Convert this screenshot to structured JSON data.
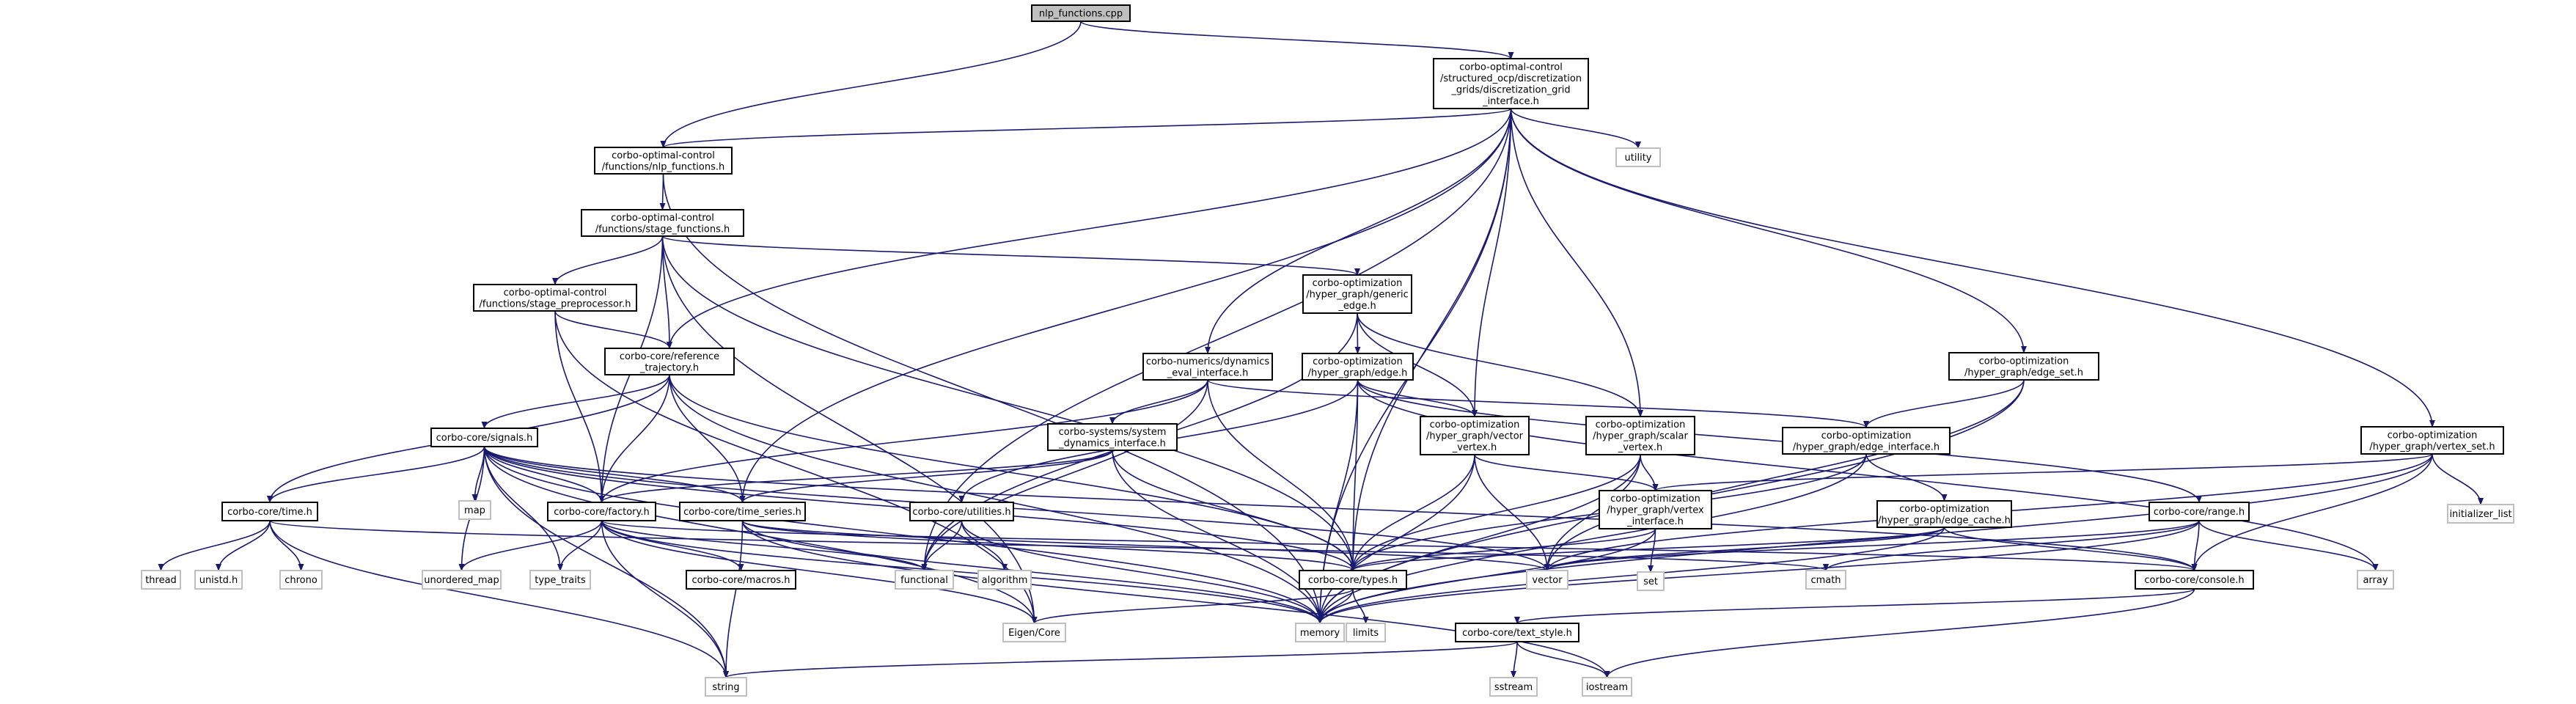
{
  "diagram": {
    "nodes": [
      {
        "id": "root",
        "kind": "main",
        "label": [
          "nlp_functions.cpp"
        ]
      },
      {
        "id": "dgi",
        "kind": "header",
        "label": [
          "corbo-optimal-control",
          "/structured_ocp/discretization",
          "_grids/discretization_grid",
          "_interface.h"
        ]
      },
      {
        "id": "nlpf",
        "kind": "header",
        "label": [
          "corbo-optimal-control",
          "/functions/nlp_functions.h"
        ]
      },
      {
        "id": "utility",
        "kind": "sys",
        "label": [
          "utility"
        ]
      },
      {
        "id": "stagef",
        "kind": "header",
        "label": [
          "corbo-optimal-control",
          "/functions/stage_functions.h"
        ]
      },
      {
        "id": "genedge",
        "kind": "header",
        "label": [
          "corbo-optimization",
          "/hyper_graph/generic",
          "_edge.h"
        ]
      },
      {
        "id": "stagepre",
        "kind": "header",
        "label": [
          "corbo-optimal-control",
          "/functions/stage_preprocessor.h"
        ]
      },
      {
        "id": "reftraj",
        "kind": "header",
        "label": [
          "corbo-core/reference",
          "_trajectory.h"
        ]
      },
      {
        "id": "dyneval",
        "kind": "header",
        "label": [
          "corbo-numerics/dynamics",
          "_eval_interface.h"
        ]
      },
      {
        "id": "edgeh",
        "kind": "header",
        "label": [
          "corbo-optimization",
          "/hyper_graph/edge.h"
        ]
      },
      {
        "id": "edgeset",
        "kind": "header",
        "label": [
          "corbo-optimization",
          "/hyper_graph/edge_set.h"
        ]
      },
      {
        "id": "signals",
        "kind": "header",
        "label": [
          "corbo-core/signals.h"
        ]
      },
      {
        "id": "sysdyn",
        "kind": "header",
        "label": [
          "corbo-systems/system",
          "_dynamics_interface.h"
        ]
      },
      {
        "id": "vecvertex",
        "kind": "header",
        "label": [
          "corbo-optimization",
          "/hyper_graph/vector",
          "_vertex.h"
        ]
      },
      {
        "id": "scalvertex",
        "kind": "header",
        "label": [
          "corbo-optimization",
          "/hyper_graph/scalar",
          "_vertex.h"
        ]
      },
      {
        "id": "edgeiface",
        "kind": "header",
        "label": [
          "corbo-optimization",
          "/hyper_graph/edge_interface.h"
        ]
      },
      {
        "id": "vertexset",
        "kind": "header",
        "label": [
          "corbo-optimization",
          "/hyper_graph/vertex_set.h"
        ]
      },
      {
        "id": "map",
        "kind": "sys",
        "label": [
          "map"
        ]
      },
      {
        "id": "initlist",
        "kind": "sys",
        "label": [
          "initializer_list"
        ]
      },
      {
        "id": "timeh",
        "kind": "header",
        "label": [
          "corbo-core/time.h"
        ]
      },
      {
        "id": "factory",
        "kind": "header",
        "label": [
          "corbo-core/factory.h"
        ]
      },
      {
        "id": "timeseries",
        "kind": "header",
        "label": [
          "corbo-core/time_series.h"
        ]
      },
      {
        "id": "utilities",
        "kind": "header",
        "label": [
          "corbo-core/utilities.h"
        ]
      },
      {
        "id": "vertexiface",
        "kind": "header",
        "label": [
          "corbo-optimization",
          "/hyper_graph/vertex",
          "_interface.h"
        ]
      },
      {
        "id": "edgecache",
        "kind": "header",
        "label": [
          "corbo-optimization",
          "/hyper_graph/edge_cache.h"
        ]
      },
      {
        "id": "range",
        "kind": "header",
        "label": [
          "corbo-core/range.h"
        ]
      },
      {
        "id": "thread",
        "kind": "sys",
        "label": [
          "thread"
        ]
      },
      {
        "id": "unistd",
        "kind": "sys",
        "label": [
          "unistd.h"
        ]
      },
      {
        "id": "chrono",
        "kind": "sys",
        "label": [
          "chrono"
        ]
      },
      {
        "id": "unordmap",
        "kind": "sys",
        "label": [
          "unordered_map"
        ]
      },
      {
        "id": "typetraits",
        "kind": "sys",
        "label": [
          "type_traits"
        ]
      },
      {
        "id": "macros",
        "kind": "header",
        "label": [
          "corbo-core/macros.h"
        ]
      },
      {
        "id": "functional",
        "kind": "sys",
        "label": [
          "functional"
        ]
      },
      {
        "id": "algorithm",
        "kind": "sys",
        "label": [
          "algorithm"
        ]
      },
      {
        "id": "types",
        "kind": "header",
        "label": [
          "corbo-core/types.h"
        ]
      },
      {
        "id": "set",
        "kind": "sys",
        "label": [
          "set"
        ]
      },
      {
        "id": "vector",
        "kind": "sys",
        "label": [
          "vector"
        ]
      },
      {
        "id": "cmath",
        "kind": "sys",
        "label": [
          "cmath"
        ]
      },
      {
        "id": "console",
        "kind": "header",
        "label": [
          "corbo-core/console.h"
        ]
      },
      {
        "id": "array",
        "kind": "sys",
        "label": [
          "array"
        ]
      },
      {
        "id": "eigen",
        "kind": "sys",
        "label": [
          "Eigen/Core"
        ]
      },
      {
        "id": "memory",
        "kind": "sys",
        "label": [
          "memory"
        ]
      },
      {
        "id": "limits",
        "kind": "sys",
        "label": [
          "limits"
        ]
      },
      {
        "id": "textstyle",
        "kind": "header",
        "label": [
          "corbo-core/text_style.h"
        ]
      },
      {
        "id": "string",
        "kind": "sys",
        "label": [
          "string"
        ]
      },
      {
        "id": "sstream",
        "kind": "sys",
        "label": [
          "sstream"
        ]
      },
      {
        "id": "iostream",
        "kind": "sys",
        "label": [
          "iostream"
        ]
      }
    ],
    "edges": [
      [
        "root",
        "dgi"
      ],
      [
        "root",
        "nlpf"
      ],
      [
        "dgi",
        "nlpf"
      ],
      [
        "dgi",
        "utility"
      ],
      [
        "dgi",
        "reftraj"
      ],
      [
        "dgi",
        "dyneval"
      ],
      [
        "dgi",
        "vecvertex"
      ],
      [
        "dgi",
        "scalvertex"
      ],
      [
        "dgi",
        "edgeset"
      ],
      [
        "dgi",
        "vertexset"
      ],
      [
        "dgi",
        "timeseries"
      ],
      [
        "dgi",
        "functional"
      ],
      [
        "dgi",
        "types"
      ],
      [
        "dgi",
        "memory"
      ],
      [
        "nlpf",
        "stagef"
      ],
      [
        "nlpf",
        "memory"
      ],
      [
        "stagef",
        "genedge"
      ],
      [
        "stagef",
        "stagepre"
      ],
      [
        "stagef",
        "reftraj"
      ],
      [
        "stagef",
        "factory"
      ],
      [
        "stagef",
        "types"
      ],
      [
        "stagef",
        "eigen"
      ],
      [
        "genedge",
        "edgeh"
      ],
      [
        "genedge",
        "vecvertex"
      ],
      [
        "genedge",
        "scalvertex"
      ],
      [
        "genedge",
        "functional"
      ],
      [
        "stagepre",
        "reftraj"
      ],
      [
        "stagepre",
        "factory"
      ],
      [
        "stagepre",
        "eigen"
      ],
      [
        "reftraj",
        "signals"
      ],
      [
        "reftraj",
        "timeh"
      ],
      [
        "reftraj",
        "factory"
      ],
      [
        "reftraj",
        "timeseries"
      ],
      [
        "reftraj",
        "types"
      ],
      [
        "reftraj",
        "memory"
      ],
      [
        "dyneval",
        "sysdyn"
      ],
      [
        "dyneval",
        "factory"
      ],
      [
        "dyneval",
        "types"
      ],
      [
        "dyneval",
        "functional"
      ],
      [
        "dyneval",
        "edgeiface"
      ],
      [
        "edgeh",
        "vecvertex"
      ],
      [
        "edgeh",
        "types"
      ],
      [
        "edgeh",
        "utilities"
      ],
      [
        "edgeh",
        "memory"
      ],
      [
        "edgeh",
        "range"
      ],
      [
        "edgeh",
        "array"
      ],
      [
        "edgeset",
        "edgeiface"
      ],
      [
        "edgeset",
        "vector"
      ],
      [
        "edgeset",
        "memory"
      ],
      [
        "signals",
        "timeh"
      ],
      [
        "signals",
        "factory"
      ],
      [
        "signals",
        "timeseries"
      ],
      [
        "signals",
        "types"
      ],
      [
        "signals",
        "map"
      ],
      [
        "signals",
        "unordmap"
      ],
      [
        "signals",
        "typetraits"
      ],
      [
        "signals",
        "memory"
      ],
      [
        "signals",
        "eigen"
      ],
      [
        "signals",
        "vector"
      ],
      [
        "signals",
        "console"
      ],
      [
        "signals",
        "string"
      ],
      [
        "sysdyn",
        "factory"
      ],
      [
        "sysdyn",
        "types"
      ],
      [
        "sysdyn",
        "timeseries"
      ],
      [
        "sysdyn",
        "memory"
      ],
      [
        "vecvertex",
        "vertexiface"
      ],
      [
        "vecvertex",
        "types"
      ],
      [
        "vecvertex",
        "memory"
      ],
      [
        "vecvertex",
        "vector"
      ],
      [
        "scalvertex",
        "vertexiface"
      ],
      [
        "scalvertex",
        "types"
      ],
      [
        "scalvertex",
        "memory"
      ],
      [
        "scalvertex",
        "vector"
      ],
      [
        "edgeiface",
        "edgecache"
      ],
      [
        "edgeiface",
        "types"
      ],
      [
        "edgeiface",
        "memory"
      ],
      [
        "vertexset",
        "vertexiface"
      ],
      [
        "vertexset",
        "vector"
      ],
      [
        "vertexset",
        "memory"
      ],
      [
        "vertexset",
        "initlist"
      ],
      [
        "vertexset",
        "console"
      ],
      [
        "timeh",
        "thread"
      ],
      [
        "timeh",
        "unistd"
      ],
      [
        "timeh",
        "chrono"
      ],
      [
        "timeh",
        "string"
      ],
      [
        "timeh",
        "cmath"
      ],
      [
        "factory",
        "macros"
      ],
      [
        "factory",
        "unordmap"
      ],
      [
        "factory",
        "typetraits"
      ],
      [
        "factory",
        "string"
      ],
      [
        "factory",
        "memory"
      ],
      [
        "factory",
        "functional"
      ],
      [
        "factory",
        "eigen"
      ],
      [
        "factory",
        "console"
      ],
      [
        "timeseries",
        "types"
      ],
      [
        "timeseries",
        "memory"
      ],
      [
        "timeseries",
        "vector"
      ],
      [
        "timeseries",
        "string"
      ],
      [
        "timeseries",
        "iostream"
      ],
      [
        "utilities",
        "functional"
      ],
      [
        "utilities",
        "algorithm"
      ],
      [
        "utilities",
        "memory"
      ],
      [
        "vertexiface",
        "types"
      ],
      [
        "vertexiface",
        "set"
      ],
      [
        "vertexiface",
        "memory"
      ],
      [
        "edgecache",
        "types"
      ],
      [
        "edgecache",
        "vector"
      ],
      [
        "edgecache",
        "memory"
      ],
      [
        "edgecache",
        "console"
      ],
      [
        "range",
        "vector"
      ],
      [
        "range",
        "cmath"
      ],
      [
        "range",
        "array"
      ],
      [
        "range",
        "console"
      ],
      [
        "range",
        "memory"
      ],
      [
        "types",
        "eigen"
      ],
      [
        "types",
        "memory"
      ],
      [
        "types",
        "limits"
      ],
      [
        "console",
        "textstyle"
      ],
      [
        "console",
        "iostream"
      ],
      [
        "textstyle",
        "sstream"
      ],
      [
        "textstyle",
        "iostream"
      ],
      [
        "textstyle",
        "string"
      ]
    ]
  }
}
